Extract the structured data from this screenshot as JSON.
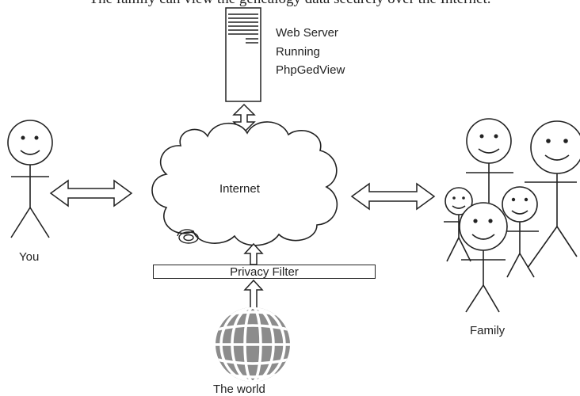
{
  "caption": "The family can view the genealogy data securely over the Internet.",
  "labels": {
    "server_lines": [
      "Web Server",
      "Running",
      "PhpGedView"
    ],
    "internet": "Internet",
    "you": "You",
    "privacy_filter": "Privacy Filter",
    "world": "The world",
    "family": "Family"
  },
  "colors": {
    "ink": "#222222",
    "globe": "#8c8c8c",
    "paper": "#ffffff"
  },
  "icons": [
    "server-icon",
    "cloud-icon",
    "globe-icon",
    "stick-figure-icon",
    "double-arrow-icon"
  ]
}
